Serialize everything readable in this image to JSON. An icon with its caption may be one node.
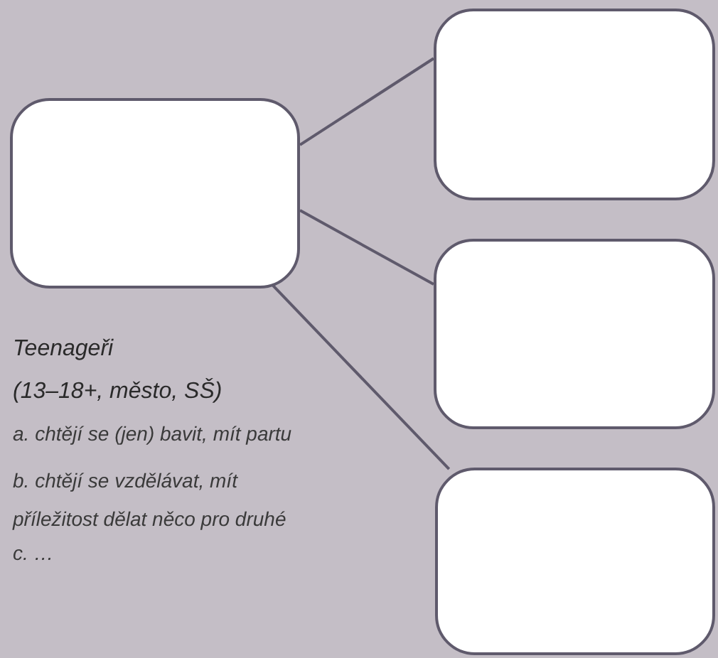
{
  "diagram": {
    "nodes": [
      {
        "text": [],
        "shape": "box"
      },
      {
        "text": [],
        "shape": "box"
      },
      {
        "text": [],
        "shape": "box"
      },
      {
        "text": [],
        "shape": "box"
      }
    ],
    "edges": [
      {
        "from": 0,
        "to": 1,
        "arrow": "none"
      },
      {
        "from": 0,
        "to": 2,
        "arrow": "none"
      },
      {
        "from": 0,
        "to": 3,
        "arrow": "none"
      }
    ],
    "labels": [
      "Teenageři",
      "(13–18+, město, SŠ)",
      "a. chtějí se (jen) bavit, mít partu",
      "b. chtějí se vzdělávat, mít příležitost dělat něco pro druhé",
      "c. …"
    ]
  }
}
